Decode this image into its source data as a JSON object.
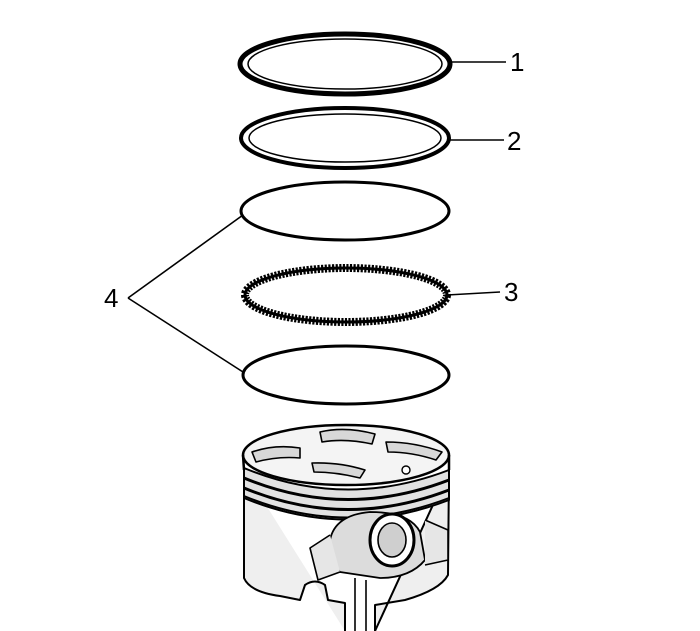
{
  "diagram": {
    "callouts": {
      "c1": "1",
      "c2": "2",
      "c3": "3",
      "c4": "4"
    },
    "colors": {
      "line": "#000000",
      "background": "#ffffff",
      "piston_shade": "#e9e9e9",
      "piston_dark": "#cfcfcf"
    }
  }
}
